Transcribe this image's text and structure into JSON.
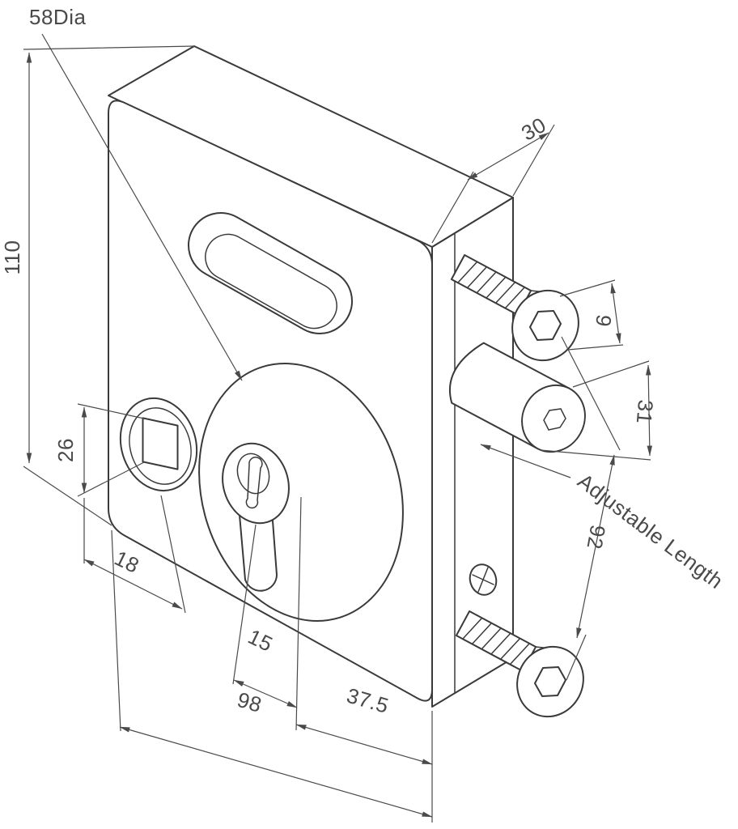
{
  "page": {
    "background": "#ffffff"
  },
  "drawing": {
    "subject": "bolt-on gate lock, isometric dimensioned view",
    "colors": {
      "outline": "#3a3a3a",
      "dimension": "#4a4a4a",
      "background": "#ffffff"
    },
    "labels": {
      "dia": "58Dia",
      "body_height": "110",
      "spindle_square": "26",
      "spindle_offset": "18",
      "cylinder_offset": "15",
      "body_width": "98",
      "backset": "37.5",
      "body_depth": "30",
      "head_depth": "9",
      "adapter_length": "31",
      "screw_spacing": "92",
      "adjustable_note": "Adjustable Length"
    }
  }
}
